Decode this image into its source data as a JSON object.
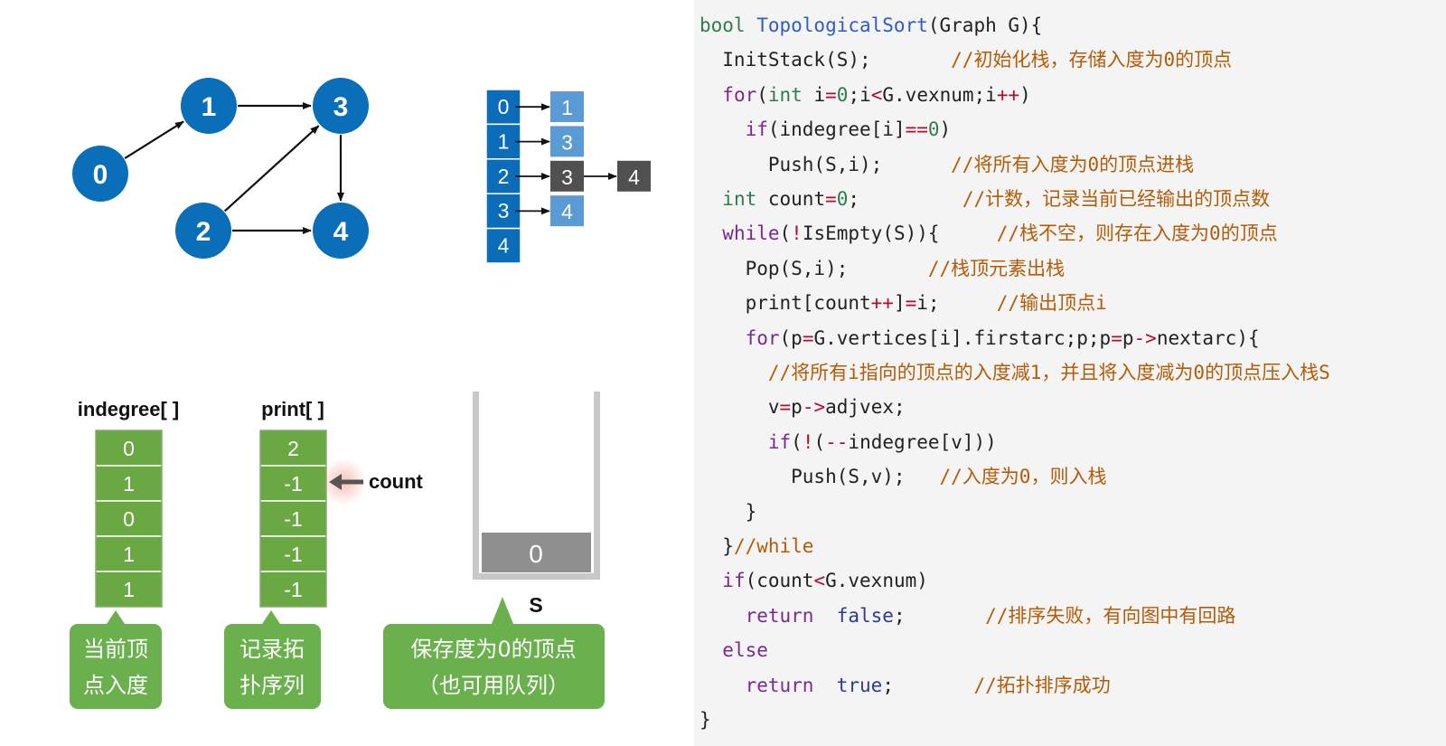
{
  "colors": {
    "node_blue": "#0a6fb8",
    "adj_blue": "#0b6db9",
    "adj_light": "#5b9bd5",
    "adj_dark": "#505050",
    "green": "#6aa844",
    "green_callout": "#6ab04c",
    "stack_top": "#8f8f8f",
    "stack_wall": "#c8c8c8"
  },
  "graph": {
    "nodes": [
      {
        "id": "n0",
        "label": "0"
      },
      {
        "id": "n1",
        "label": "1"
      },
      {
        "id": "n2",
        "label": "2"
      },
      {
        "id": "n3",
        "label": "3"
      },
      {
        "id": "n4",
        "label": "4"
      }
    ],
    "edges": [
      [
        "0",
        "1"
      ],
      [
        "1",
        "3"
      ],
      [
        "2",
        "3"
      ],
      [
        "2",
        "4"
      ],
      [
        "3",
        "4"
      ]
    ]
  },
  "adjacency": {
    "vertices": [
      "0",
      "1",
      "2",
      "3",
      "4"
    ],
    "lists": [
      [
        "1"
      ],
      [
        "3"
      ],
      [
        "3",
        "4"
      ],
      [
        "4"
      ],
      []
    ]
  },
  "indegree": {
    "title": "indegree[ ]",
    "values": [
      "0",
      "1",
      "0",
      "1",
      "1"
    ],
    "callout": [
      "当前顶",
      "点入度"
    ]
  },
  "print": {
    "title": "print[ ]",
    "values": [
      "2",
      "-1",
      "-1",
      "-1",
      "-1"
    ],
    "callout": [
      "记录拓",
      "扑序列"
    ],
    "pointer_label": "count"
  },
  "stack": {
    "label": "S",
    "items": [
      "0"
    ],
    "callout": [
      "保存度为0的顶点",
      "（也可用队列）"
    ]
  },
  "code": [
    [
      [
        "bool ",
        "ty"
      ],
      [
        "TopologicalSort",
        "fn"
      ],
      [
        "(Graph G){",
        ""
      ]
    ],
    [
      [
        "  InitStack(S);       ",
        ""
      ],
      [
        "//初始化栈，存储入度为0的顶点",
        "cm"
      ]
    ],
    [
      [
        "  ",
        ""
      ],
      [
        "for",
        "kw"
      ],
      [
        "(",
        ""
      ],
      [
        "int",
        "ty"
      ],
      [
        " i",
        ""
      ],
      [
        "=",
        "op"
      ],
      [
        "0",
        "num"
      ],
      [
        ";i",
        ""
      ],
      [
        "<",
        "op"
      ],
      [
        "G.vexnum;i",
        ""
      ],
      [
        "++",
        "op"
      ],
      [
        ")",
        ""
      ]
    ],
    [
      [
        "    ",
        ""
      ],
      [
        "if",
        "kw"
      ],
      [
        "(indegree[i]",
        ""
      ],
      [
        "==",
        "op"
      ],
      [
        "0",
        "num"
      ],
      [
        ")",
        ""
      ]
    ],
    [
      [
        "      Push(S,i);      ",
        ""
      ],
      [
        "//将所有入度为0的顶点进栈",
        "cm"
      ]
    ],
    [
      [
        "  ",
        ""
      ],
      [
        "int",
        "ty"
      ],
      [
        " count",
        ""
      ],
      [
        "=",
        "op"
      ],
      [
        "0",
        "num"
      ],
      [
        ";         ",
        ""
      ],
      [
        "//计数，记录当前已经输出的顶点数",
        "cm"
      ]
    ],
    [
      [
        "  ",
        ""
      ],
      [
        "while",
        "kw"
      ],
      [
        "(",
        ""
      ],
      [
        "!",
        "op"
      ],
      [
        "IsEmpty(S)){     ",
        ""
      ],
      [
        "//栈不空，则存在入度为0的顶点",
        "cm"
      ]
    ],
    [
      [
        "    Pop(S,i);       ",
        ""
      ],
      [
        "//栈顶元素出栈",
        "cm"
      ]
    ],
    [
      [
        "    print[count",
        ""
      ],
      [
        "++",
        "op"
      ],
      [
        "]",
        ""
      ],
      [
        "=",
        "op"
      ],
      [
        "i;     ",
        ""
      ],
      [
        "//输出顶点i",
        "cm"
      ]
    ],
    [
      [
        "    ",
        ""
      ],
      [
        "for",
        "kw"
      ],
      [
        "(p",
        ""
      ],
      [
        "=",
        "op"
      ],
      [
        "G.vertices[i].firstarc;p;p",
        ""
      ],
      [
        "=",
        "op"
      ],
      [
        "p",
        ""
      ],
      [
        "->",
        "op"
      ],
      [
        "nextarc){",
        ""
      ]
    ],
    [
      [
        "      ",
        ""
      ],
      [
        "//将所有i指向的顶点的入度减1，并且将入度减为0的顶点压入栈S",
        "cm"
      ]
    ],
    [
      [
        "      v",
        ""
      ],
      [
        "=",
        "op"
      ],
      [
        "p",
        ""
      ],
      [
        "->",
        "op"
      ],
      [
        "adjvex;",
        ""
      ]
    ],
    [
      [
        "      ",
        ""
      ],
      [
        "if",
        "kw"
      ],
      [
        "(",
        ""
      ],
      [
        "!",
        "op"
      ],
      [
        "(",
        ""
      ],
      [
        "--",
        "op"
      ],
      [
        "indegree[v]))",
        ""
      ]
    ],
    [
      [
        "        Push(S,v);   ",
        ""
      ],
      [
        "//入度为0，则入栈",
        "cm"
      ]
    ],
    [
      [
        "    }",
        ""
      ]
    ],
    [
      [
        "  }",
        ""
      ],
      [
        "//while",
        "cm"
      ]
    ],
    [
      [
        "  ",
        ""
      ],
      [
        "if",
        "kw"
      ],
      [
        "(count",
        ""
      ],
      [
        "<",
        "op"
      ],
      [
        "G.vexnum)",
        ""
      ]
    ],
    [
      [
        "    ",
        ""
      ],
      [
        "return",
        "kw"
      ],
      [
        "  ",
        ""
      ],
      [
        "false",
        "bool"
      ],
      [
        ";       ",
        ""
      ],
      [
        "//排序失败，有向图中有回路",
        "cm"
      ]
    ],
    [
      [
        "  ",
        ""
      ],
      [
        "else",
        "kw"
      ]
    ],
    [
      [
        "    ",
        ""
      ],
      [
        "return",
        "kw"
      ],
      [
        "  ",
        ""
      ],
      [
        "true",
        "bool"
      ],
      [
        ";       ",
        ""
      ],
      [
        "//拓扑排序成功",
        "cm"
      ]
    ],
    [
      [
        "}",
        ""
      ]
    ]
  ]
}
